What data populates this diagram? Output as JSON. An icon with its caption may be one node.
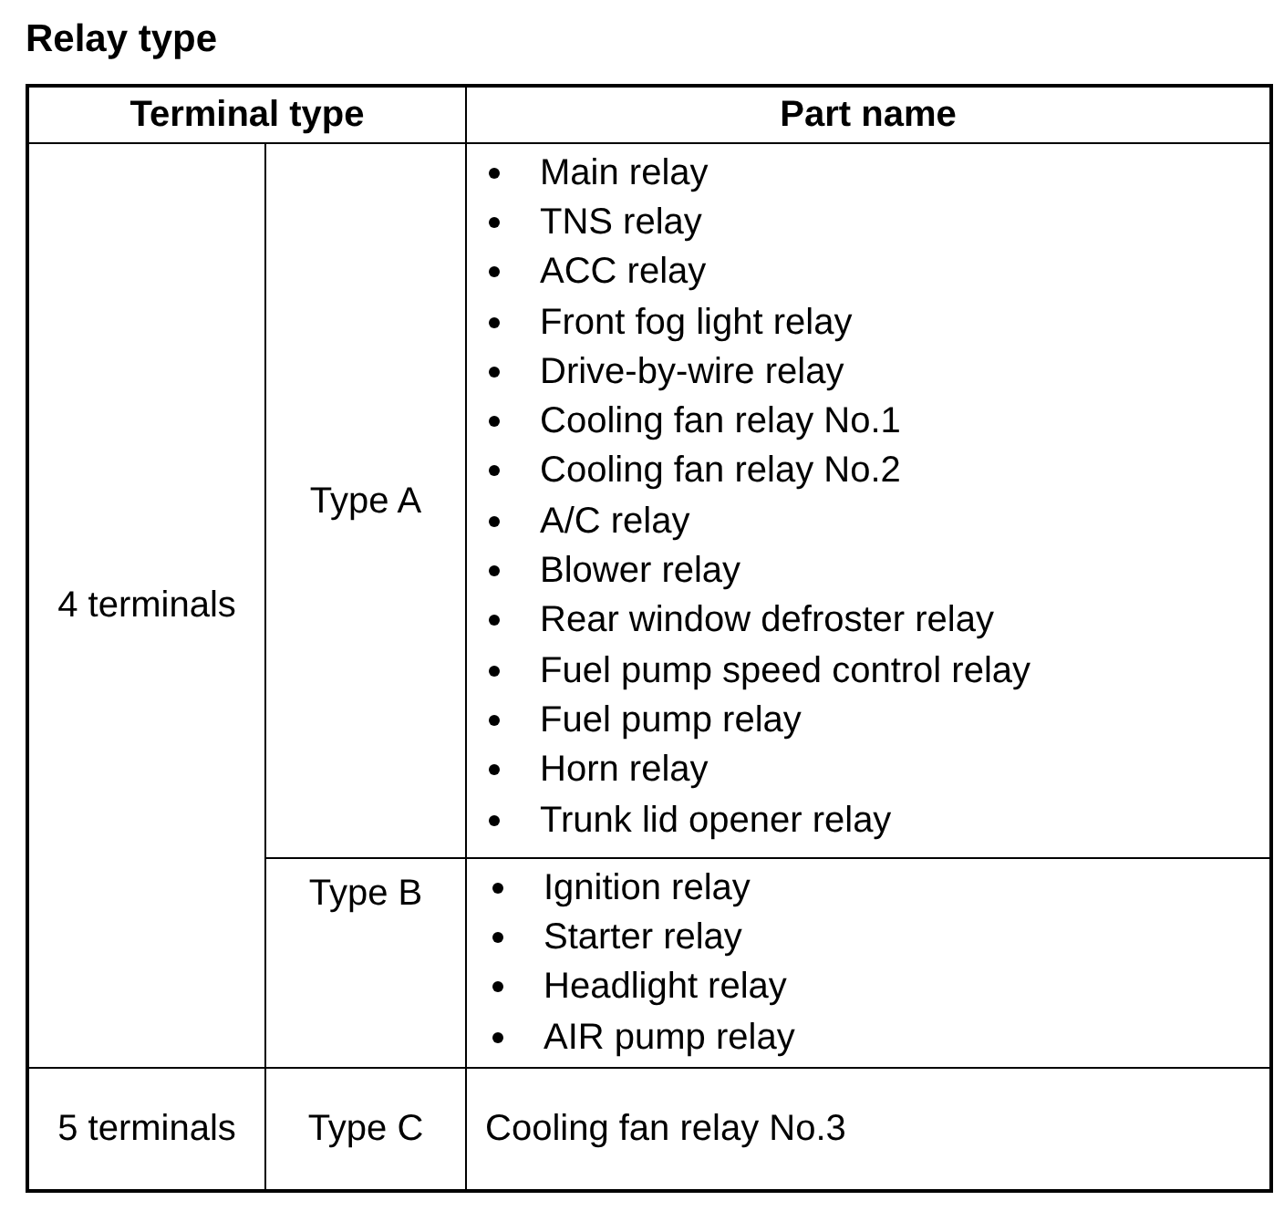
{
  "diagram": {
    "title": "Relay type",
    "labels": [
      "Terminal type",
      "Part name",
      "4 terminals",
      "Type A",
      "Main relay",
      "TNS relay",
      "ACC relay",
      "Front fog light relay",
      "Drive-by-wire relay",
      "Cooling fan relay No.1",
      "Cooling fan relay No.2",
      "A/C relay",
      "Blower relay",
      "Rear window defroster relay",
      "Fuel pump speed control relay",
      "Fuel pump relay",
      "Horn relay",
      "Trunk lid opener relay",
      "Type B",
      "Ignition relay",
      "Starter relay",
      "Headlight relay",
      "AIR pump relay",
      "5 terminals",
      "Type C",
      "Cooling fan relay No.3"
    ]
  }
}
